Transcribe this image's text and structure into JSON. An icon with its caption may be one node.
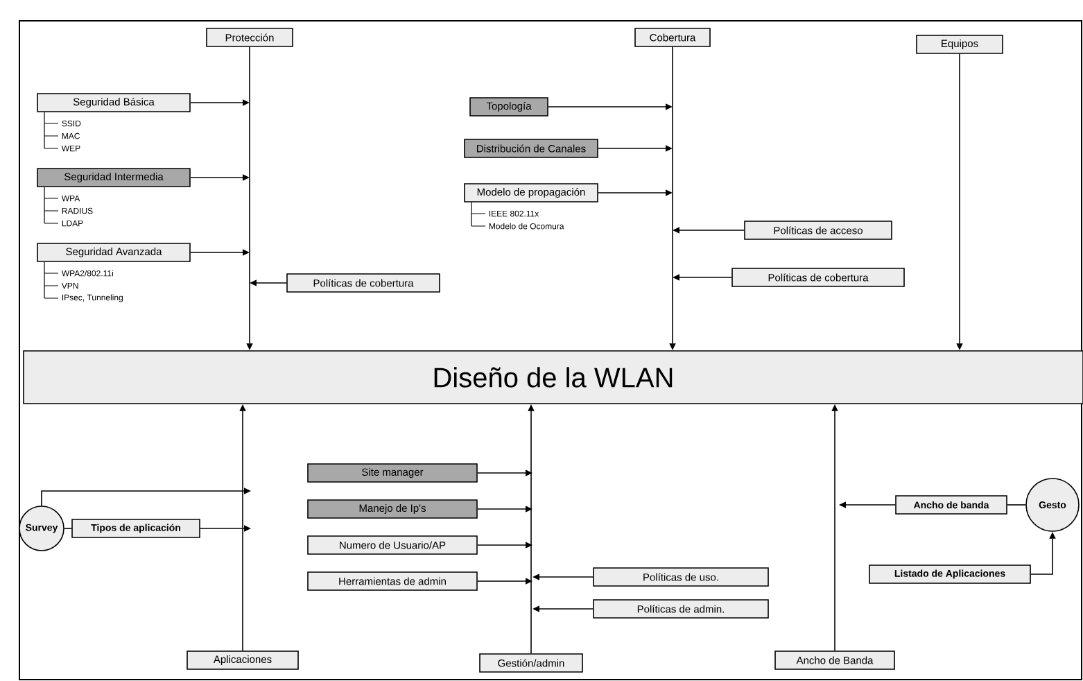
{
  "diagram": {
    "nodes": [
      {
        "text": [
          "Protección"
        ]
      },
      {
        "text": [
          "Cobertura"
        ]
      },
      {
        "text": [
          "Equipos"
        ]
      },
      {
        "text": [
          "Seguridad Básica"
        ],
        "beside": [
          "SSID",
          "MAC",
          "WEP"
        ]
      },
      {
        "text": [
          "Seguridad Intermedia"
        ],
        "beside": [
          "WPA",
          "RADIUS",
          "LDAP"
        ]
      },
      {
        "text": [
          "Seguridad Avanzada"
        ],
        "beside": [
          "WPA2/802.11i",
          "VPN",
          "IPsec, Tunneling"
        ]
      },
      {
        "text": [
          "Políticas de cobertura"
        ]
      },
      {
        "text": [
          "Topología"
        ]
      },
      {
        "text": [
          "Distribución de Canales"
        ]
      },
      {
        "text": [
          "Modelo de propagación"
        ],
        "beside": [
          "IEEE 802.11x",
          "Modelo de Ocomura"
        ]
      },
      {
        "text": [
          "Políticas de acceso"
        ]
      },
      {
        "text": [
          "Políticas de cobertura"
        ]
      },
      {
        "text": [
          "Diseño de la WLAN"
        ]
      },
      {
        "text": [
          "Survey"
        ]
      },
      {
        "text": [
          "Tipos de aplicación"
        ]
      },
      {
        "text": [
          "Site manager"
        ]
      },
      {
        "text": [
          "Manejo de Ip's"
        ]
      },
      {
        "text": [
          "Numero de Usuario/AP"
        ]
      },
      {
        "text": [
          "Herramientas de admin"
        ]
      },
      {
        "text": [
          "Políticas de uso."
        ]
      },
      {
        "text": [
          "Políticas de admin."
        ]
      },
      {
        "text": [
          "Aplicaciones"
        ]
      },
      {
        "text": [
          "Gestión/admin"
        ]
      },
      {
        "text": [
          "Ancho de Banda"
        ]
      },
      {
        "text": [
          "Ancho de banda"
        ]
      },
      {
        "text": [
          "Gesto"
        ]
      },
      {
        "text": [
          "Listado de Aplicaciones"
        ]
      }
    ],
    "edges": [
      {
        "from": 0,
        "to": 12,
        "arrow": "to"
      },
      {
        "from": 1,
        "to": 12,
        "arrow": "to"
      },
      {
        "from": 2,
        "to": 12,
        "arrow": "to"
      },
      {
        "from": 3,
        "to": null,
        "arrow": "to"
      },
      {
        "from": 4,
        "to": null,
        "arrow": "to"
      },
      {
        "from": 5,
        "to": null,
        "arrow": "to"
      },
      {
        "from": 6,
        "to": null,
        "arrow": "to"
      },
      {
        "from": 7,
        "to": null,
        "arrow": "to"
      },
      {
        "from": 8,
        "to": null,
        "arrow": "to"
      },
      {
        "from": 9,
        "to": null,
        "arrow": "to"
      },
      {
        "from": 10,
        "to": null,
        "arrow": "to"
      },
      {
        "from": 11,
        "to": null,
        "arrow": "to"
      },
      {
        "from": 13,
        "to": null,
        "arrow": "to"
      },
      {
        "from": 13,
        "to": 14,
        "arrow": "none"
      },
      {
        "from": 14,
        "to": null,
        "arrow": "to"
      },
      {
        "from": 15,
        "to": null,
        "arrow": "to"
      },
      {
        "from": 16,
        "to": null,
        "arrow": "to"
      },
      {
        "from": 17,
        "to": null,
        "arrow": "to"
      },
      {
        "from": 18,
        "to": null,
        "arrow": "to"
      },
      {
        "from": 19,
        "to": null,
        "arrow": "to"
      },
      {
        "from": 20,
        "to": null,
        "arrow": "to"
      },
      {
        "from": 21,
        "to": 12,
        "arrow": "to"
      },
      {
        "from": 22,
        "to": 12,
        "arrow": "to"
      },
      {
        "from": 23,
        "to": 12,
        "arrow": "to"
      },
      {
        "from": 24,
        "to": null,
        "arrow": "to"
      },
      {
        "from": 24,
        "to": 25,
        "arrow": "none"
      },
      {
        "from": 26,
        "to": 25,
        "arrow": "to"
      }
    ]
  }
}
